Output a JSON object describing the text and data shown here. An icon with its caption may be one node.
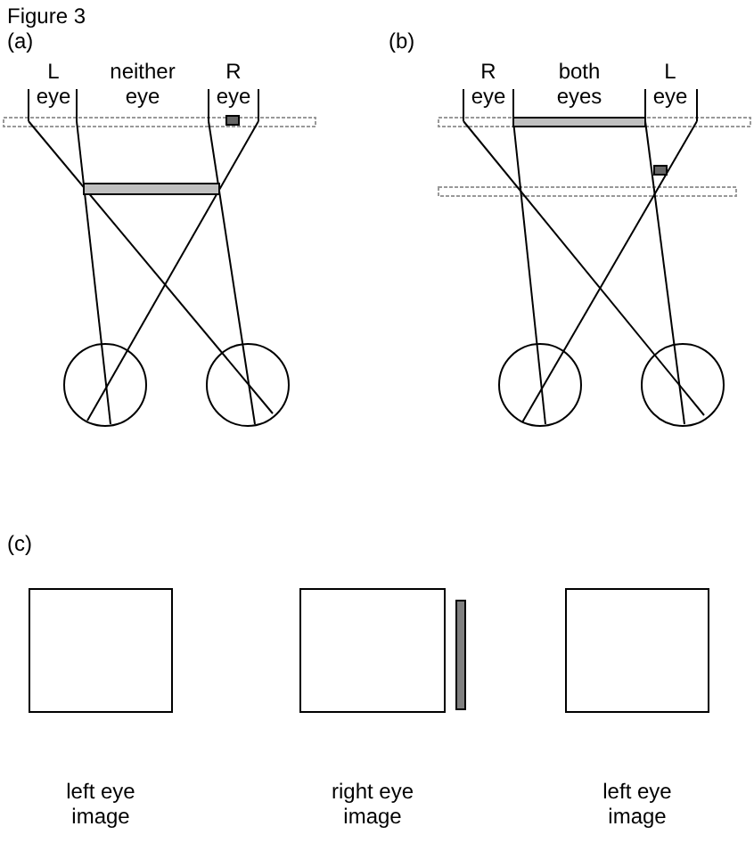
{
  "diagram": {
    "title": "Figure 3",
    "nodes": [
      {
        "text": [],
        "shape": "box",
        "beside": [
          "left eye image"
        ]
      },
      {
        "text": [],
        "shape": "box",
        "beside": [
          "right eye image"
        ]
      },
      {
        "text": [],
        "shape": "box",
        "beside": [
          "left eye image"
        ]
      }
    ],
    "labels": [
      "(a)",
      "L eye",
      "neither eye",
      "R eye",
      "(b)",
      "R eye",
      "both eyes",
      "L eye",
      "(c)"
    ]
  }
}
